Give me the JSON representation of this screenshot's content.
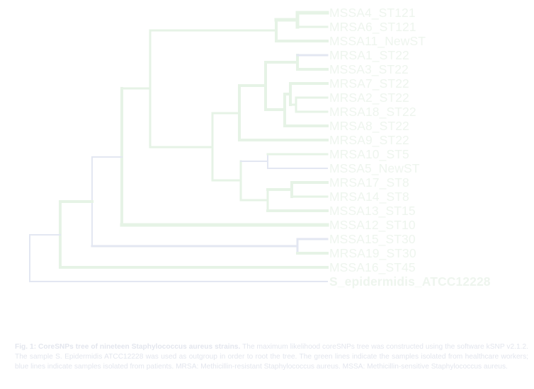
{
  "leaves": [
    {
      "id": "mssa4",
      "label": "MSSA4_ST121"
    },
    {
      "id": "mrsa6",
      "label": "MRSA6_ST121"
    },
    {
      "id": "mssa11",
      "label": "MSSA11_NewST"
    },
    {
      "id": "mrsa1",
      "label": "MRSA1_ST22"
    },
    {
      "id": "mssa3",
      "label": "MSSA3_ST22"
    },
    {
      "id": "mrsa7",
      "label": "MRSA7_ST22"
    },
    {
      "id": "mrsa2",
      "label": "MRSA2_ST22"
    },
    {
      "id": "mrsa18",
      "label": "MRSA18_ST22"
    },
    {
      "id": "mrsa8",
      "label": "MRSA8_ST22"
    },
    {
      "id": "mrsa9",
      "label": "MRSA9_ST22"
    },
    {
      "id": "mrsa10",
      "label": "MRSA10_ST5"
    },
    {
      "id": "mssa5",
      "label": "MSSA5_NewST"
    },
    {
      "id": "mrsa17",
      "label": "MRSA17_ST8"
    },
    {
      "id": "mrsa14",
      "label": "MRSA14_ST8"
    },
    {
      "id": "mssa13",
      "label": "MSSA13_ST15"
    },
    {
      "id": "mssa12",
      "label": "MSSA12_ST10"
    },
    {
      "id": "mssa15",
      "label": "MSSA15_ST30"
    },
    {
      "id": "mrsa19",
      "label": "MRSA19_ST30"
    },
    {
      "id": "mssa16",
      "label": "MSSA16_ST45"
    },
    {
      "id": "sepi",
      "label": "S_epidermidis_ATCC12228"
    }
  ],
  "colors": {
    "green_branch": "#e6f3e6",
    "blue_branch": "#e3e7f2",
    "label": "#eef5ee",
    "caption": "#e3e6ee"
  },
  "caption": {
    "lead": "Fig. 1: CoreSNPs tree of nineteen Staphylococcus aureus strains.",
    "body": "The maximum likelihood coreSNPs tree was constructed using the software kSNP v2.1.2. The sample S. Epidermidis ATCC12228 was used as outgroup in order to root the tree. The green lines indicate the samples isolated from healthcare workers; blue lines indicate samples isolated from patients. MRSA: Methicillin-resistant Staphylococcus aureus. MSSA: Methicillin-sensitive Staphylococcus aureus."
  }
}
